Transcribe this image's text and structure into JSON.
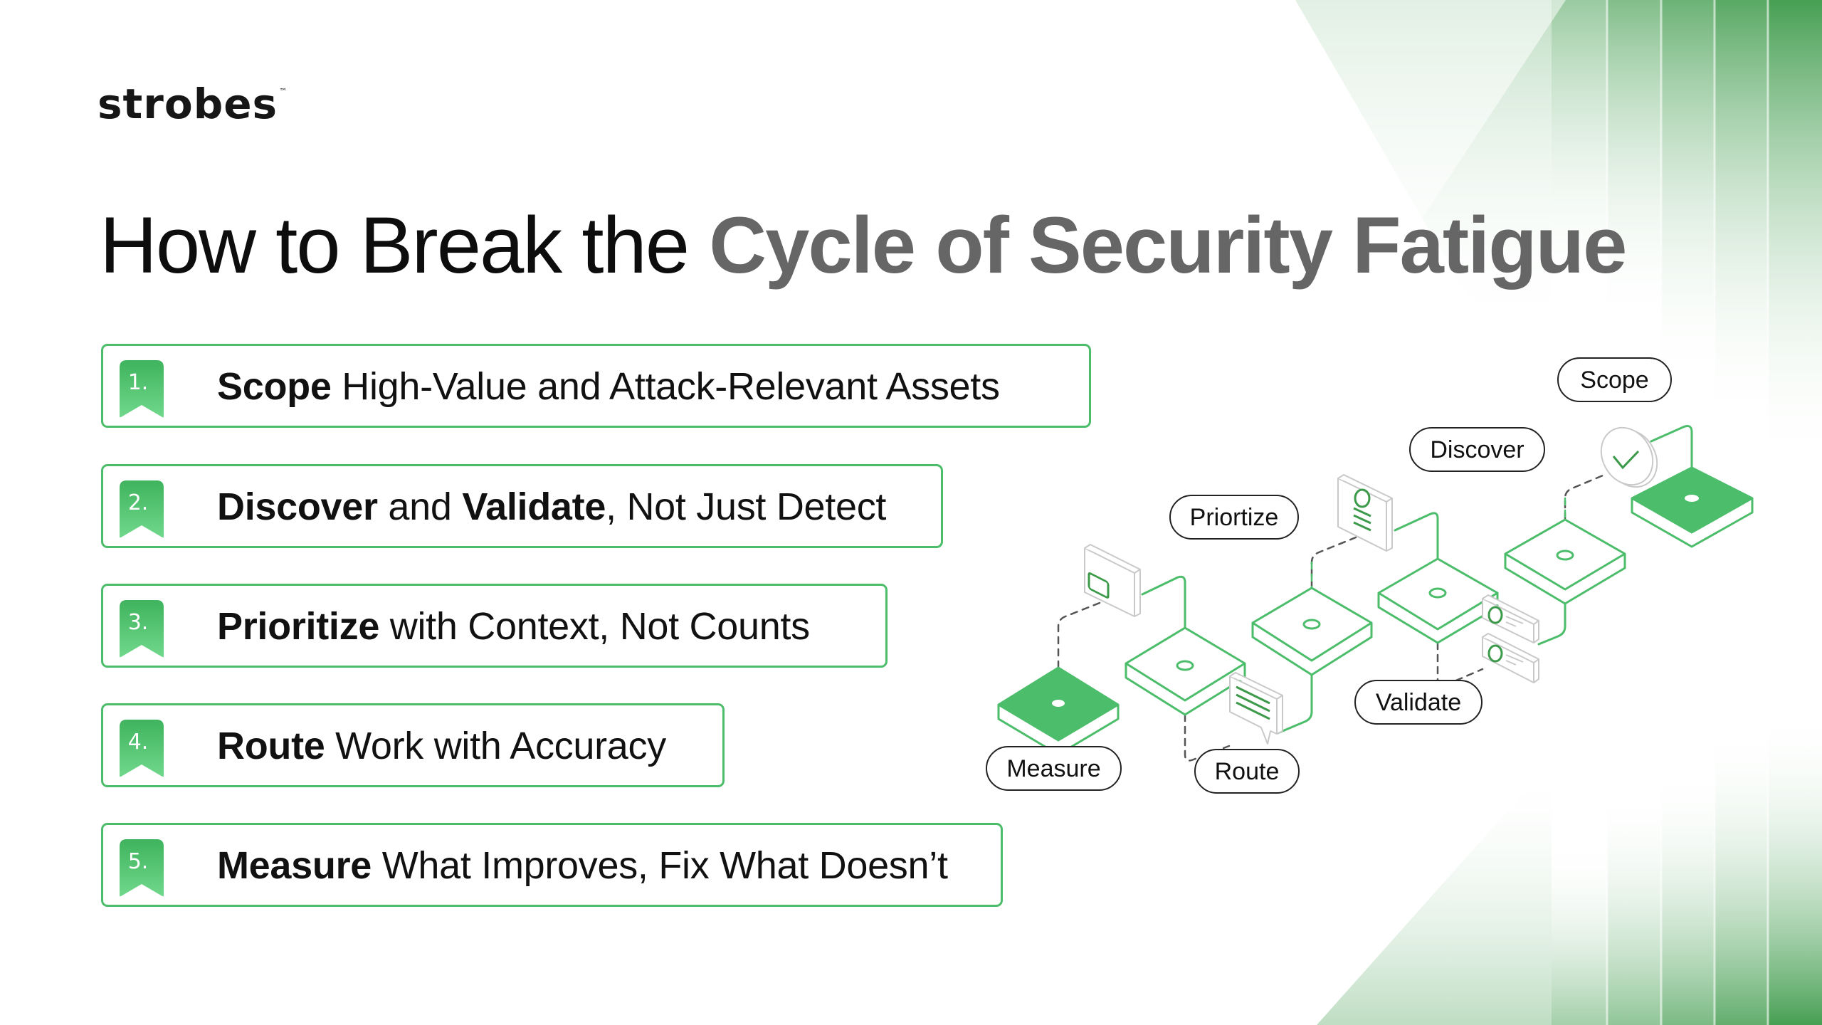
{
  "brand": {
    "name": "strobes",
    "trademark": "™"
  },
  "title": {
    "part1": "How to Break the ",
    "highlight": "Cycle of Security Fatigue"
  },
  "steps": [
    {
      "number": "1.",
      "bold1": "Scope",
      "rest1": " High-Value and Attack-Relevant Assets",
      "bold2": "",
      "rest2": ""
    },
    {
      "number": "2.",
      "bold1": "Discover",
      "rest1": " and ",
      "bold2": "Validate",
      "rest2": ", Not Just Detect"
    },
    {
      "number": "3.",
      "bold1": "Prioritize",
      "rest1": " with Context, Not Counts",
      "bold2": "",
      "rest2": ""
    },
    {
      "number": "4.",
      "bold1": "Route",
      "rest1": " Work with Accuracy",
      "bold2": "",
      "rest2": ""
    },
    {
      "number": "5.",
      "bold1": "Measure",
      "rest1": " What Improves, Fix What Doesn’t",
      "bold2": "",
      "rest2": ""
    }
  ],
  "diagram": {
    "labels": {
      "scope": "Scope",
      "discover": "Discover",
      "prioritize": "Priortize",
      "validate": "Validate",
      "measure": "Measure",
      "route": "Route"
    }
  },
  "colors": {
    "accent": "#4cbd6a",
    "title_highlight": "#666666",
    "text": "#111111"
  }
}
